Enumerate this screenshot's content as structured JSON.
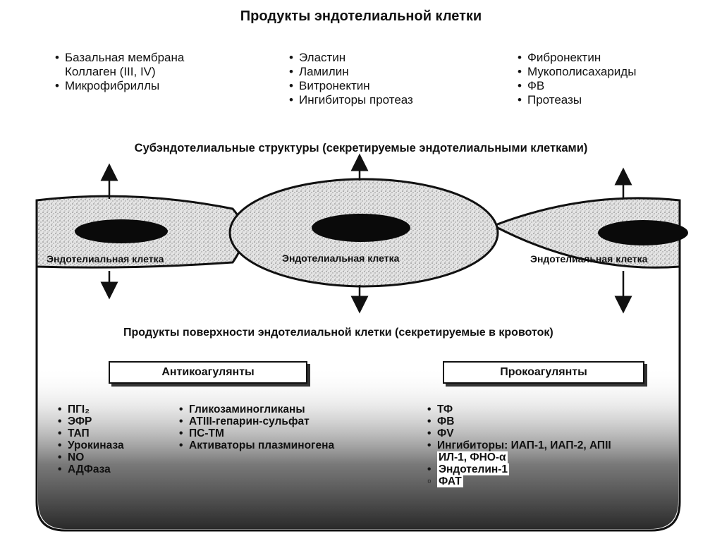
{
  "title": "Продукты эндотелиальной клетки",
  "products": {
    "col1": [
      "Базальная мембрана",
      "Коллаген (III, IV)",
      "Микрофибриллы"
    ],
    "col2": [
      "Эластин",
      "Ламилин",
      "Витронектин",
      "Ингибиторы протеаз"
    ],
    "col3": [
      "Фибронектин",
      "Мукополисахариды",
      "ФВ",
      "Протеазы"
    ]
  },
  "subendothelial_label": "Субэндотелиальные структуры (секретируемые эндотелиальными клетками)",
  "cells": [
    {
      "label": "Эндотелиальная клетка"
    },
    {
      "label": "Эндотелиальная клетка"
    },
    {
      "label": "Эндотелиальная клетка"
    }
  ],
  "surface_label": "Продукты поверхности эндотелиальной клетки (секретируемые в кровоток)",
  "anticoagulants": {
    "header": "Антикоагулянты",
    "col1": [
      "ПГІ₂",
      "ЭФР",
      "ТАП",
      "Урокиназа",
      "NO",
      "АДФаза"
    ],
    "col2": [
      "Гликозаминогликаны",
      "АТIII-гепарин-сульфат",
      "ПС-ТМ",
      "Активаторы плазминогена"
    ]
  },
  "procoagulants": {
    "header": "Прокоагулянты",
    "items": [
      "ТФ",
      "ФВ",
      "ФV",
      "Ингибиторы: ИАП-1, ИАП-2, АПII",
      "ИЛ-1, ФНО-α",
      "Эндотелин-1",
      "ФАТ"
    ]
  }
}
